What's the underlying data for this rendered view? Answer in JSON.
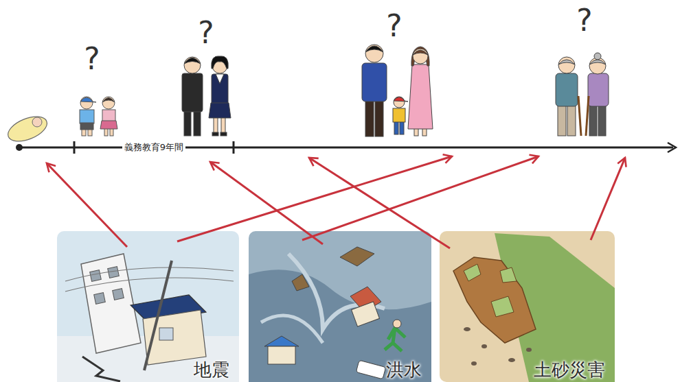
{
  "diagram": {
    "nodes": [
      {
        "text": [
          "地震"
        ]
      },
      {
        "text": [
          "洪水"
        ]
      },
      {
        "text": [
          "土砂災害"
        ]
      }
    ],
    "labels": [
      "?",
      "?",
      "?",
      "?",
      "義務教育9年間"
    ]
  }
}
